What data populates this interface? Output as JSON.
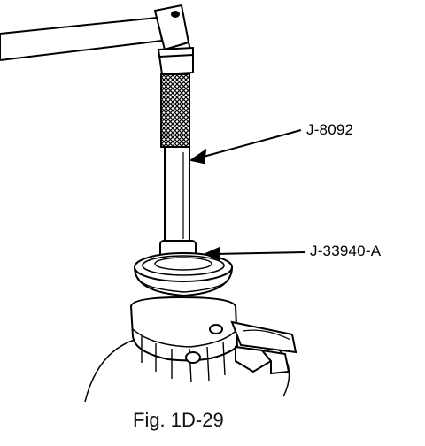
{
  "figure": {
    "caption": "Fig. 1D-29",
    "callouts": [
      {
        "label": "J-8092",
        "target": "handle"
      },
      {
        "label": "J-33940-A",
        "target": "installer"
      }
    ],
    "colors": {
      "ink": "#000000",
      "paper": "#ffffff"
    }
  }
}
